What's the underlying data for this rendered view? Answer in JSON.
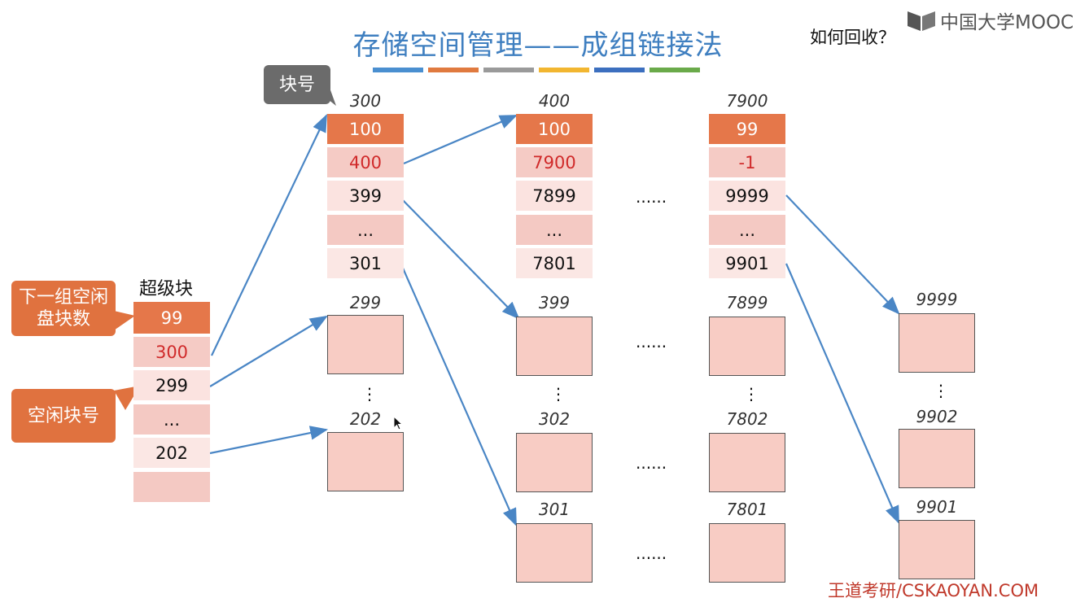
{
  "title": "存储空间管理——成组链接法",
  "question": "如何回收？",
  "logo_text": "中国大学MOOC",
  "footer": "王道考研/CSKAOYAN.COM",
  "stripe_colors": [
    "#4a8fd0",
    "#e07a3f",
    "#9a9a9a",
    "#f2b630",
    "#3c6fbf",
    "#6aaa4a"
  ],
  "callouts": {
    "block_no": "块号",
    "next_group": "下一组空闲盘块数",
    "free_block": "空闲块号"
  },
  "superblock": {
    "label": "超级块",
    "cells": [
      "99",
      "300",
      "299",
      "...",
      "202",
      ""
    ]
  },
  "group_blocks": [
    {
      "label": "300",
      "cells": [
        "100",
        "400",
        "399",
        "...",
        "301"
      ]
    },
    {
      "label": "400",
      "cells": [
        "100",
        "7900",
        "7899",
        "...",
        "7801"
      ]
    },
    {
      "label": "7900",
      "cells": [
        "99",
        "-1",
        "9999",
        "...",
        "9901"
      ]
    }
  ],
  "box_labels": {
    "c1_top": "299",
    "c1_bottom": "202",
    "c2_top": "399",
    "c2_mid": "302",
    "c2_bottom": "301",
    "c3_top": "7899",
    "c3_mid": "7802",
    "c3_bottom": "7801",
    "c4_top": "9999",
    "c4_mid": "9902",
    "c4_bottom": "9901"
  },
  "ellipsis": "......",
  "vellipsis": "⋮"
}
